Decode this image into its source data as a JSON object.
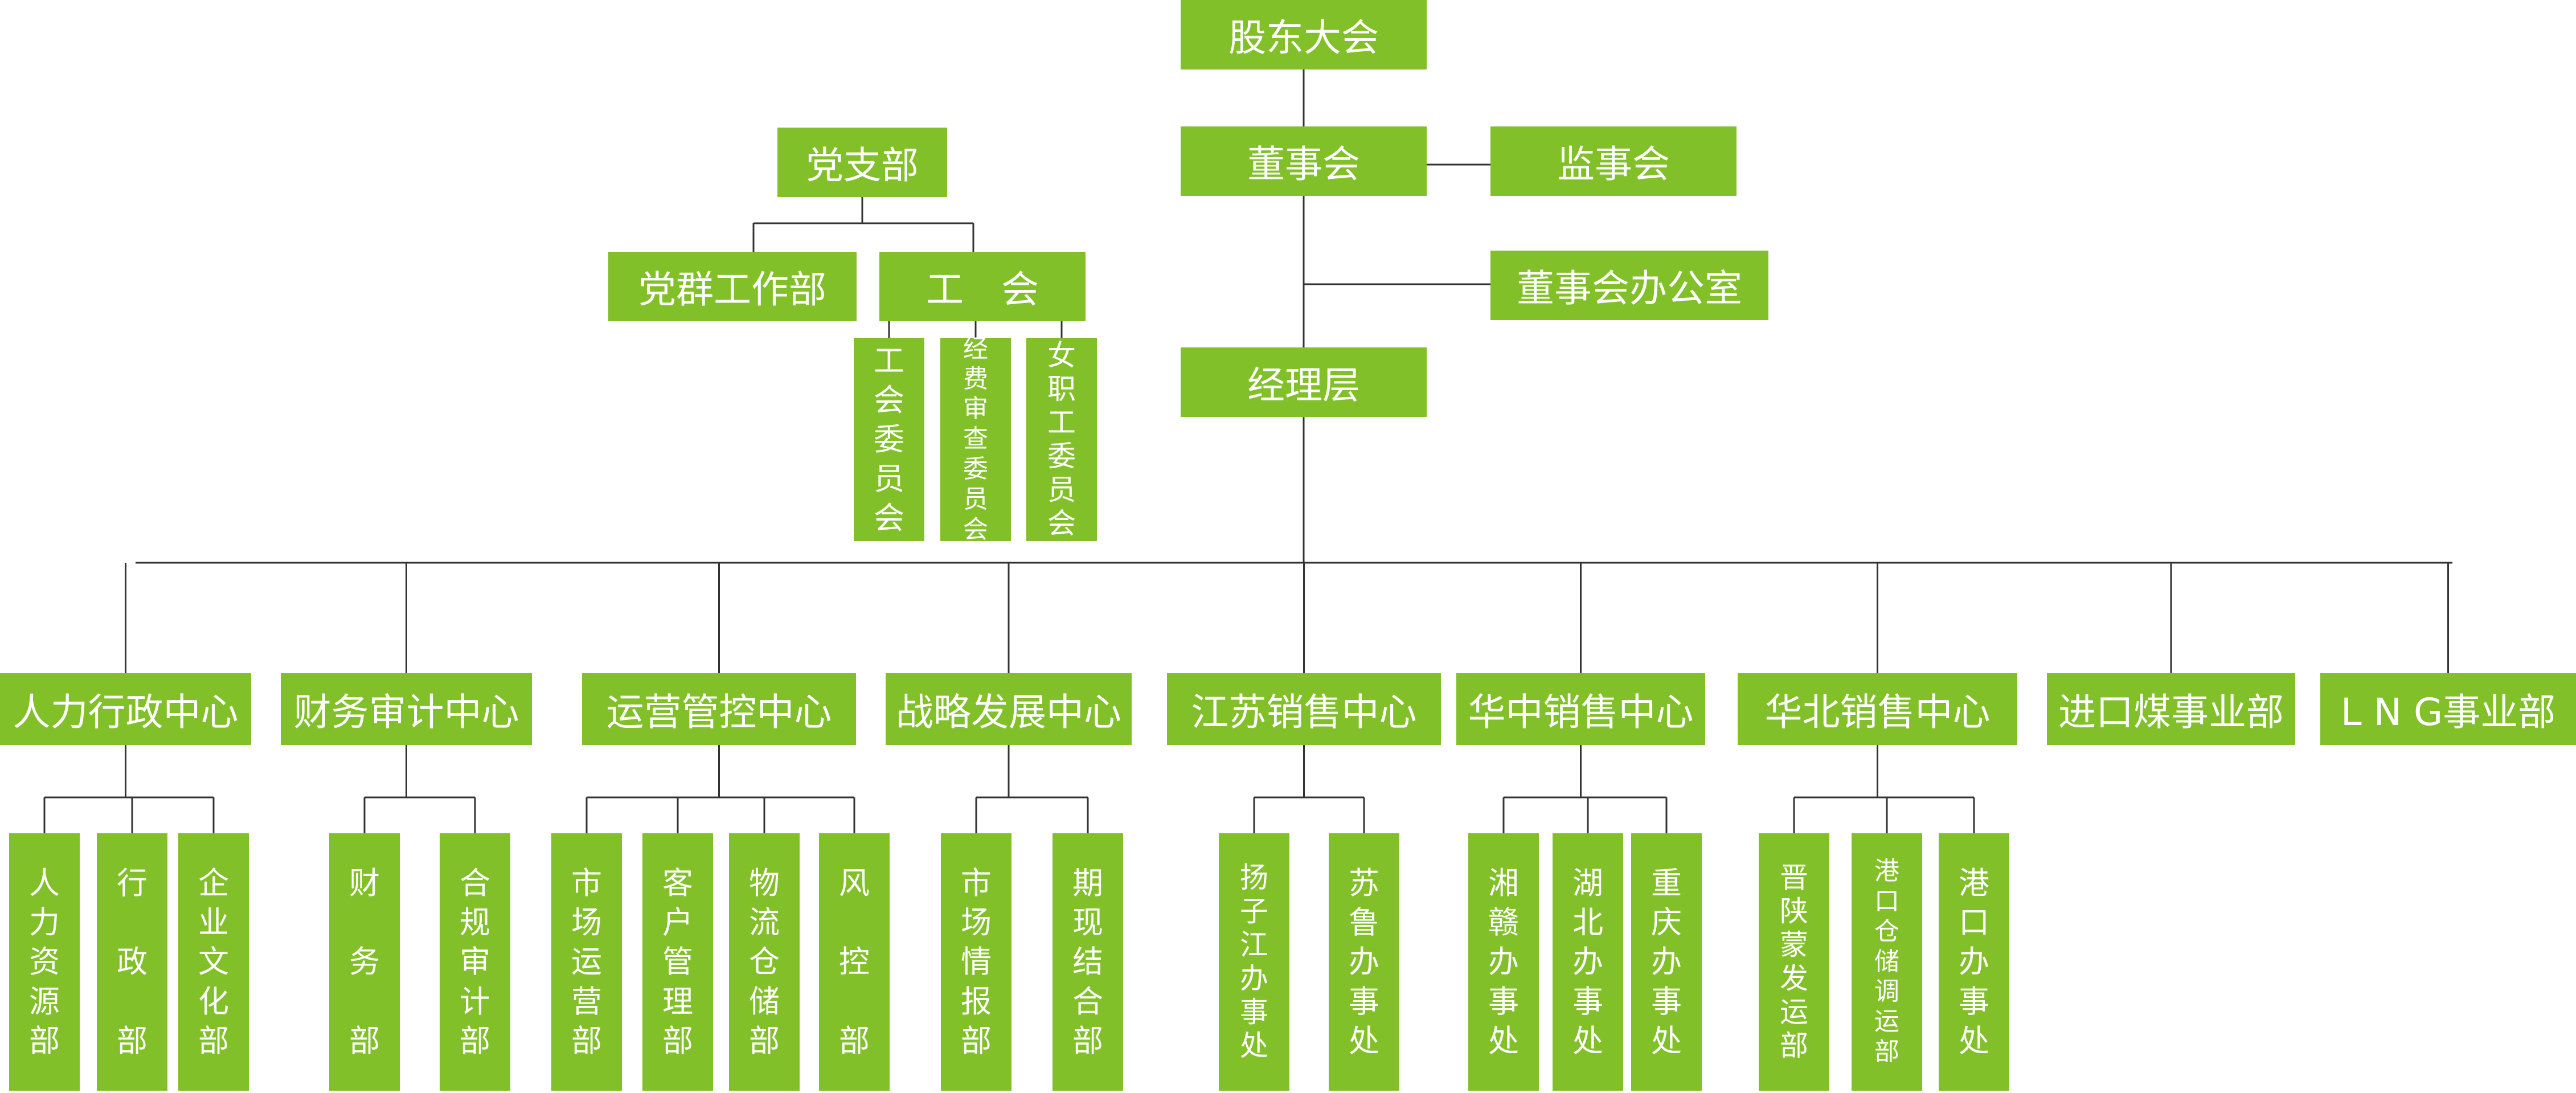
{
  "colors": {
    "box": "#82c02a",
    "text": "#ffffff",
    "line": "#333333"
  },
  "top": {
    "shareholders": "股东大会",
    "board": "董事会",
    "supervisors": "监事会",
    "board_office": "董事会办公室",
    "management": "经理层"
  },
  "party": {
    "branch": "党支部",
    "mass_work": "党群工作部",
    "union": "工　会",
    "union_committees": [
      "工会委员会",
      "经费审查委员会",
      "女职工委员会"
    ]
  },
  "centers": [
    {
      "name": "人力行政中心",
      "subs": [
        "人力资源部",
        "行　政　部",
        "企业文化部"
      ]
    },
    {
      "name": "财务审计中心",
      "subs": [
        "财　务　部",
        "合规审计部"
      ]
    },
    {
      "name": "运营管控中心",
      "subs": [
        "市场运营部",
        "客户管理部",
        "物流仓储部",
        "风　控　部"
      ]
    },
    {
      "name": "战略发展中心",
      "subs": [
        "市场情报部",
        "期现结合部"
      ]
    },
    {
      "name": "江苏销售中心",
      "subs": [
        "扬子江办事处",
        "苏鲁办事处"
      ]
    },
    {
      "name": "华中销售中心",
      "subs": [
        "湘赣办事处",
        "湖北办事处",
        "重庆办事处"
      ]
    },
    {
      "name": "华北销售中心",
      "subs": [
        "晋陕蒙发运部",
        "港口仓储调运部",
        "港口办事处"
      ]
    },
    {
      "name": "进口煤事业部",
      "subs": []
    },
    {
      "name": "L N G事业部",
      "subs": []
    }
  ]
}
